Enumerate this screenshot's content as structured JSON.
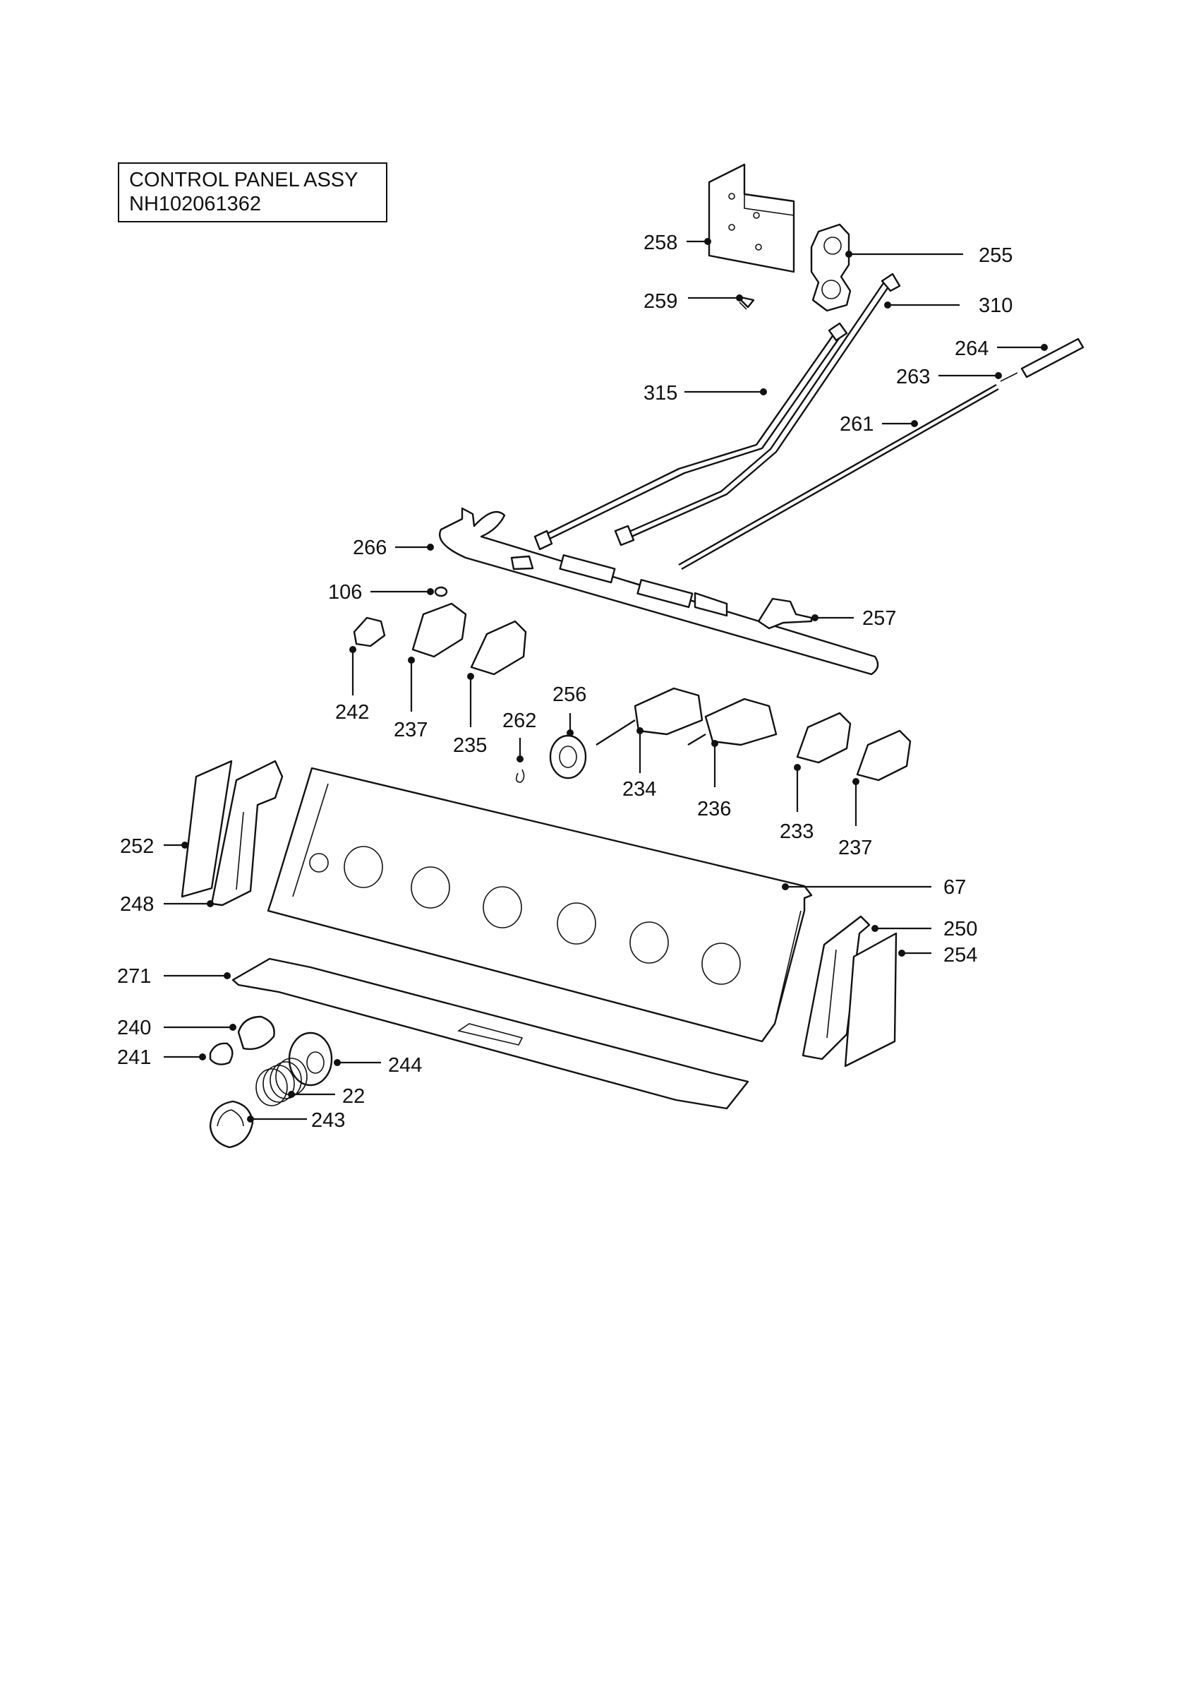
{
  "title": {
    "line1": "CONTROL PANEL ASSY",
    "line2": "NH102061362"
  },
  "callouts": [
    "258",
    "255",
    "259",
    "310",
    "264",
    "263",
    "315",
    "261",
    "266",
    "106",
    "257",
    "242",
    "237",
    "235",
    "262",
    "256",
    "234",
    "236",
    "233",
    "237",
    "252",
    "248",
    "67",
    "250",
    "254",
    "271",
    "240",
    "241",
    "244",
    "22",
    "243"
  ]
}
